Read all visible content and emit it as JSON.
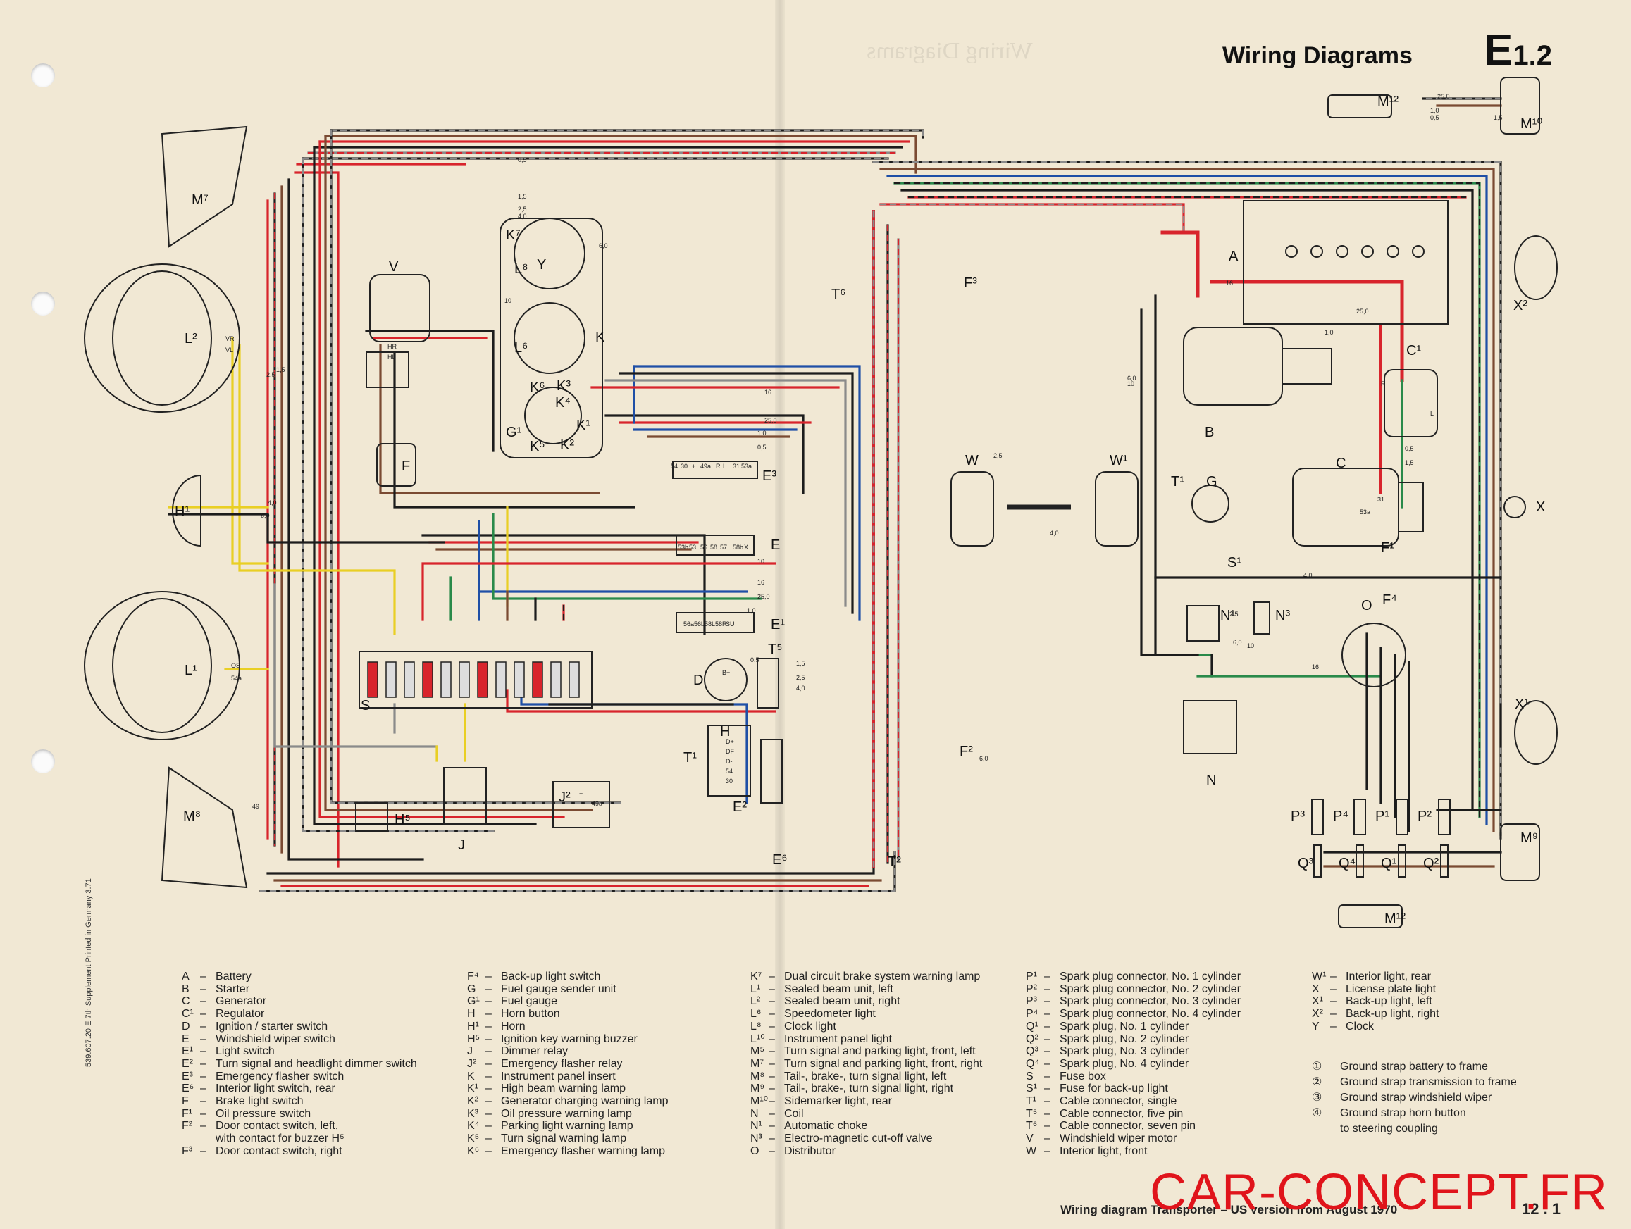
{
  "header": {
    "title": "Wiring Diagrams",
    "section": "E",
    "section_suffix": "1.2"
  },
  "components": [
    {
      "id": "M7",
      "label": "M⁷"
    },
    {
      "id": "L2",
      "label": "L²"
    },
    {
      "id": "H1",
      "label": "H¹"
    },
    {
      "id": "L1",
      "label": "L¹"
    },
    {
      "id": "M8",
      "label": "M⁸"
    },
    {
      "id": "V",
      "label": "V"
    },
    {
      "id": "F",
      "label": "F"
    },
    {
      "id": "K7",
      "label": "K⁷"
    },
    {
      "id": "Y",
      "label": "Y"
    },
    {
      "id": "L8",
      "label": "L⁸"
    },
    {
      "id": "L6",
      "label": "L⁶"
    },
    {
      "id": "K",
      "label": "K"
    },
    {
      "id": "K6",
      "label": "K⁶"
    },
    {
      "id": "K3",
      "label": "K³"
    },
    {
      "id": "K4",
      "label": "K⁴"
    },
    {
      "id": "G1",
      "label": "G¹"
    },
    {
      "id": "K1",
      "label": "K¹"
    },
    {
      "id": "K5",
      "label": "K⁵"
    },
    {
      "id": "K2",
      "label": "K²"
    },
    {
      "id": "E3",
      "label": "E³"
    },
    {
      "id": "E",
      "label": "E"
    },
    {
      "id": "E1",
      "label": "E¹"
    },
    {
      "id": "D",
      "label": "D"
    },
    {
      "id": "T5",
      "label": "T⁵"
    },
    {
      "id": "S",
      "label": "S"
    },
    {
      "id": "H5",
      "label": "H⁵"
    },
    {
      "id": "J",
      "label": "J"
    },
    {
      "id": "H",
      "label": "H"
    },
    {
      "id": "T1",
      "label": "T¹"
    },
    {
      "id": "E2",
      "label": "E²"
    },
    {
      "id": "J2",
      "label": "J²"
    },
    {
      "id": "E6",
      "label": "E⁶"
    },
    {
      "id": "T2",
      "label": "T²"
    },
    {
      "id": "F2",
      "label": "F²"
    },
    {
      "id": "T6",
      "label": "T⁶"
    },
    {
      "id": "F3",
      "label": "F³"
    },
    {
      "id": "W",
      "label": "W"
    },
    {
      "id": "W1",
      "label": "W¹"
    },
    {
      "id": "A",
      "label": "A"
    },
    {
      "id": "B",
      "label": "B"
    },
    {
      "id": "C1",
      "label": "C¹"
    },
    {
      "id": "C",
      "label": "C"
    },
    {
      "id": "G",
      "label": "G"
    },
    {
      "id": "F1",
      "label": "F¹"
    },
    {
      "id": "S1",
      "label": "S¹"
    },
    {
      "id": "F4",
      "label": "F⁴"
    },
    {
      "id": "N1",
      "label": "N¹"
    },
    {
      "id": "N3",
      "label": "N³"
    },
    {
      "id": "O",
      "label": "O"
    },
    {
      "id": "N",
      "label": "N"
    },
    {
      "id": "M12a",
      "label": "M¹²"
    },
    {
      "id": "M10",
      "label": "M¹⁰"
    },
    {
      "id": "X2",
      "label": "X²"
    },
    {
      "id": "X",
      "label": "X"
    },
    {
      "id": "X1",
      "label": "X¹"
    },
    {
      "id": "M9",
      "label": "M⁹"
    },
    {
      "id": "M12b",
      "label": "M¹²"
    },
    {
      "id": "P3",
      "label": "P³"
    },
    {
      "id": "P4",
      "label": "P⁴"
    },
    {
      "id": "P1",
      "label": "P¹"
    },
    {
      "id": "P2",
      "label": "P²"
    },
    {
      "id": "Q3",
      "label": "Q³"
    },
    {
      "id": "Q4",
      "label": "Q⁴"
    },
    {
      "id": "Q1",
      "label": "Q¹"
    },
    {
      "id": "Q2",
      "label": "Q²"
    },
    {
      "id": "T1b",
      "label": "T¹"
    }
  ],
  "wire_labels": [
    "0,5",
    "1,5",
    "2,5",
    "4,0",
    "6,0",
    "10",
    "16",
    "25,0",
    "1,0"
  ],
  "terminal_labels": [
    "54",
    "30",
    "+",
    "49a",
    "R",
    "L",
    "31",
    "53a",
    "53b",
    "53",
    "56",
    "58",
    "57",
    "58b",
    "X",
    "56a",
    "56b",
    "58L",
    "58R",
    "SU",
    "HR",
    "HL",
    "VR",
    "VL",
    "OS",
    "54a",
    "49",
    "B+",
    "D+",
    "DF",
    "D-"
  ],
  "legend_columns": [
    [
      {
        "code": "A",
        "text": "Battery"
      },
      {
        "code": "B",
        "text": "Starter"
      },
      {
        "code": "C",
        "text": "Generator"
      },
      {
        "code": "C¹",
        "text": "Regulator"
      },
      {
        "code": "D",
        "text": "Ignition / starter switch"
      },
      {
        "code": "E",
        "text": "Windshield wiper switch"
      },
      {
        "code": "E¹",
        "text": "Light switch"
      },
      {
        "code": "E²",
        "text": "Turn signal and headlight dimmer switch"
      },
      {
        "code": "E³",
        "text": "Emergency flasher switch"
      },
      {
        "code": "E⁶",
        "text": "Interior light switch, rear"
      },
      {
        "code": "F",
        "text": "Brake light switch"
      },
      {
        "code": "F¹",
        "text": "Oil pressure switch"
      },
      {
        "code": "F²",
        "text": "Door contact switch, left,"
      },
      {
        "code": "",
        "text": "with contact for buzzer H⁵"
      },
      {
        "code": "F³",
        "text": "Door contact switch, right"
      }
    ],
    [
      {
        "code": "F⁴",
        "text": "Back-up light switch"
      },
      {
        "code": "G",
        "text": "Fuel gauge sender unit"
      },
      {
        "code": "G¹",
        "text": "Fuel gauge"
      },
      {
        "code": "H",
        "text": "Horn button"
      },
      {
        "code": "H¹",
        "text": "Horn"
      },
      {
        "code": "H⁵",
        "text": "Ignition key warning buzzer"
      },
      {
        "code": "J",
        "text": "Dimmer relay"
      },
      {
        "code": "J²",
        "text": "Emergency flasher relay"
      },
      {
        "code": "K",
        "text": "Instrument panel insert"
      },
      {
        "code": "K¹",
        "text": "High beam warning lamp"
      },
      {
        "code": "K²",
        "text": "Generator charging warning lamp"
      },
      {
        "code": "K³",
        "text": "Oil pressure warning lamp"
      },
      {
        "code": "K⁴",
        "text": "Parking light warning lamp"
      },
      {
        "code": "K⁵",
        "text": "Turn signal warning lamp"
      },
      {
        "code": "K⁶",
        "text": "Emergency flasher warning lamp"
      }
    ],
    [
      {
        "code": "K⁷",
        "text": "Dual circuit brake system warning lamp"
      },
      {
        "code": "L¹",
        "text": "Sealed beam unit, left"
      },
      {
        "code": "L²",
        "text": "Sealed beam unit, right"
      },
      {
        "code": "L⁶",
        "text": "Speedometer light"
      },
      {
        "code": "L⁸",
        "text": "Clock light"
      },
      {
        "code": "L¹⁰",
        "text": "Instrument panel light"
      },
      {
        "code": "M⁵",
        "text": "Turn signal and parking light, front, left"
      },
      {
        "code": "M⁷",
        "text": "Turn signal and parking light, front, right"
      },
      {
        "code": "M⁸",
        "text": "Tail-, brake-, turn signal light, left"
      },
      {
        "code": "M⁹",
        "text": "Tail-, brake-, turn signal light, right"
      },
      {
        "code": "M¹⁰",
        "text": "Sidemarker light, rear"
      },
      {
        "code": "N",
        "text": "Coil"
      },
      {
        "code": "N¹",
        "text": "Automatic choke"
      },
      {
        "code": "N³",
        "text": "Electro-magnetic cut-off valve"
      },
      {
        "code": "O",
        "text": "Distributor"
      }
    ],
    [
      {
        "code": "P¹",
        "text": "Spark plug connector, No. 1 cylinder"
      },
      {
        "code": "P²",
        "text": "Spark plug connector, No. 2 cylinder"
      },
      {
        "code": "P³",
        "text": "Spark plug connector, No. 3 cylinder"
      },
      {
        "code": "P⁴",
        "text": "Spark plug connector, No. 4 cylinder"
      },
      {
        "code": "Q¹",
        "text": "Spark plug, No. 1 cylinder"
      },
      {
        "code": "Q²",
        "text": "Spark plug, No. 2 cylinder"
      },
      {
        "code": "Q³",
        "text": "Spark plug, No. 3 cylinder"
      },
      {
        "code": "Q⁴",
        "text": "Spark plug, No. 4 cylinder"
      },
      {
        "code": "S",
        "text": "Fuse box"
      },
      {
        "code": "S¹",
        "text": "Fuse for back-up light"
      },
      {
        "code": "T¹",
        "text": "Cable connector, single"
      },
      {
        "code": "T⁵",
        "text": "Cable connector, five pin"
      },
      {
        "code": "T⁶",
        "text": "Cable connector, seven pin"
      },
      {
        "code": "V",
        "text": "Windshield wiper motor"
      },
      {
        "code": "W",
        "text": "Interior light, front"
      }
    ],
    [
      {
        "code": "W¹",
        "text": "Interior light, rear"
      },
      {
        "code": "X",
        "text": "License plate light"
      },
      {
        "code": "X¹",
        "text": "Back-up light, left"
      },
      {
        "code": "X²",
        "text": "Back-up light, right"
      },
      {
        "code": "Y",
        "text": "Clock"
      }
    ]
  ],
  "ground_straps": [
    {
      "num": "①",
      "text": "Ground strap battery to frame"
    },
    {
      "num": "②",
      "text": "Ground strap transmission to frame"
    },
    {
      "num": "③",
      "text": "Ground strap windshield wiper"
    },
    {
      "num": "④",
      "text": "Ground strap horn button"
    },
    {
      "num": "",
      "text": "to steering coupling"
    }
  ],
  "publication_note": "539.607.20 E  7th Supplement  Printed in Germany 3.71",
  "footer": "Wiring diagram Transporter – US version from August 1970",
  "page_number": "12 . 1",
  "watermark": "CAR-CONCEPT.FR",
  "colors": {
    "red": "#d8242c",
    "brown": "#7a4a32",
    "black": "#1c1c1c",
    "blue": "#1f4fa6",
    "green": "#2a8a4a",
    "yellow": "#e9cf24",
    "grey": "#8a8a8a",
    "paper": "#f1e8d4",
    "watermark": "#e0141b"
  }
}
